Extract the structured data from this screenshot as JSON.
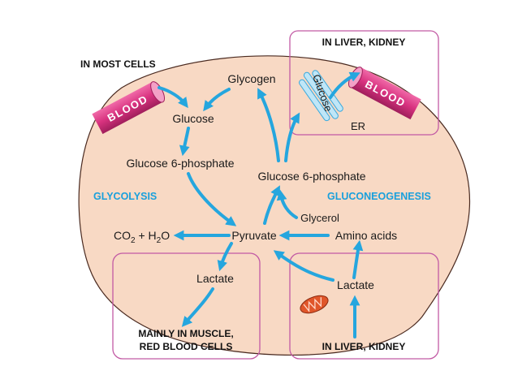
{
  "colors": {
    "cell_fill": "#f8d9c4",
    "cell_stroke": "#4a2a20",
    "box_stroke": "#c25aa4",
    "arrow": "#25a6de",
    "arrow_light": "#9bd7f2",
    "vessel": "#d8327f",
    "pathway_text": "#1aa0dc",
    "mitochondrion": "#e0562a"
  },
  "headings": {
    "most_cells": "IN MOST CELLS",
    "liver_kidney_top": "IN LIVER, KIDNEY",
    "muscle_line1": "MAINLY IN MUSCLE,",
    "muscle_line2": "RED BLOOD CELLS",
    "liver_kidney_bottom": "IN LIVER, KIDNEY"
  },
  "vessels": {
    "left": "BLOOD",
    "right": "BLOOD"
  },
  "pathways": {
    "glycolysis": "GLYCOLYSIS",
    "gluconeogenesis": "GLUCONEOGENESIS"
  },
  "nodes": {
    "glycogen": "Glycogen",
    "glucose": "Glucose",
    "g6p_left": "Glucose 6-phosphate",
    "g6p_right": "Glucose 6-phosphate",
    "pyruvate": "Pyruvate",
    "co2": "CO",
    "co2_sub": "2",
    "plus_h": " + H",
    "h2o_sub": "2",
    "o": "O",
    "amino_acids": "Amino acids",
    "glycerol": "Glycerol",
    "lactate_left": "Lactate",
    "lactate_right": "Lactate",
    "er_glucose": "Glucose",
    "er": "ER"
  },
  "icons": {
    "mitochondrion": "mitochondrion-icon",
    "er": "endoplasmic-reticulum-icon"
  }
}
